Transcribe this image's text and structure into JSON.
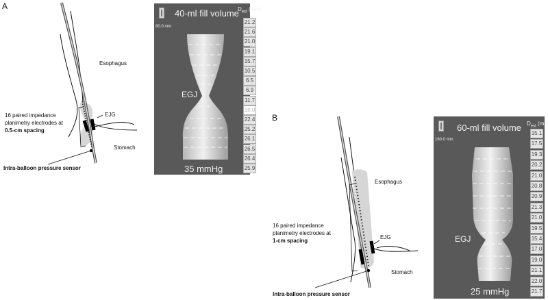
{
  "panel_a": {
    "letter": "A",
    "labels": {
      "esophagus": "Esophagus",
      "ejg": "EJG",
      "electrodes_line1": "16 paired impedance",
      "electrodes_line2": "planimetry electrodes at",
      "electrodes_line3": "0.5-cm spacing",
      "stomach": "Stomach",
      "pressure_sensor": "Intra-balloon pressure sensor"
    },
    "image": {
      "title": "40-ml fill volume",
      "scale": "80.0 mm",
      "egj": "EGJ",
      "pressure": "35 mmHg",
      "d_head": "D",
      "d_sub": "est",
      "d_unit": "(mm)",
      "diameters": [
        "21.2",
        "21.6",
        "21.0",
        "19.1",
        "15.7",
        "10.5",
        "6.5",
        "6.9",
        "11.7",
        "18.0",
        "22.4",
        "25.2",
        "26.1",
        "26.5",
        "26.4",
        "25.9"
      ],
      "highlight_index": 9
    }
  },
  "panel_b": {
    "letter": "B",
    "labels": {
      "esophagus": "Esophagus",
      "ejg": "EJG",
      "electrodes_line1": "16 paired impedance",
      "electrodes_line2": "planimetry electrodes at",
      "electrodes_line3": "1-cm spacing",
      "stomach": "Stomach",
      "pressure_sensor": "Intra-balloon pressure sensor"
    },
    "image": {
      "title": "60-ml fill volume",
      "scale": "160.0 mm",
      "egj": "EGJ",
      "pressure": "25 mmHg",
      "d_head": "D",
      "d_sub": "est",
      "d_unit": "(mm)",
      "diameters": [
        "15.1",
        "17.5",
        "19.3",
        "20.2",
        "21.0",
        "20.8",
        "20.9",
        "21.3",
        "21.0",
        "19.5",
        "15.4",
        "17.0",
        "19.0",
        "21.1",
        "22.0",
        "21.7"
      ],
      "highlight_index": -1
    }
  },
  "colors": {
    "panel_bg": "#595959",
    "catheter": "#444444",
    "balloon": "#d6d6d6",
    "sphincter": "#000000"
  }
}
